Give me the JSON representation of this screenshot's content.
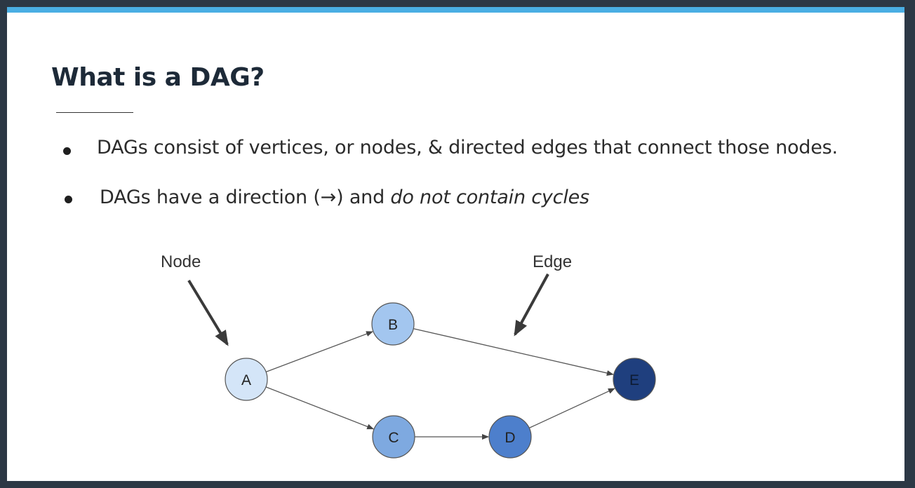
{
  "slide": {
    "title": "What is a DAG?",
    "bullets": [
      {
        "text": "DAGs consist of vertices, or nodes, & directed edges that connect those nodes."
      },
      {
        "text_plain": "DAGs have a direction (→) and ",
        "text_italic": "do not contain cycles"
      }
    ]
  },
  "diagram": {
    "annotations": {
      "node_label": "Node",
      "edge_label": "Edge"
    },
    "nodes": [
      {
        "id": "A",
        "label": "A",
        "color": "#d4e5f8"
      },
      {
        "id": "B",
        "label": "B",
        "color": "#a3c6ef"
      },
      {
        "id": "C",
        "label": "C",
        "color": "#7ea9e0"
      },
      {
        "id": "D",
        "label": "D",
        "color": "#4d7fcc"
      },
      {
        "id": "E",
        "label": "E",
        "color": "#1f3f7e"
      }
    ],
    "edges": [
      {
        "from": "A",
        "to": "B"
      },
      {
        "from": "A",
        "to": "C"
      },
      {
        "from": "B",
        "to": "E"
      },
      {
        "from": "C",
        "to": "D"
      },
      {
        "from": "D",
        "to": "E"
      }
    ]
  },
  "colors": {
    "background": "#2c3845",
    "accent_bar": "#4aaee3",
    "title": "#1d2a38"
  }
}
